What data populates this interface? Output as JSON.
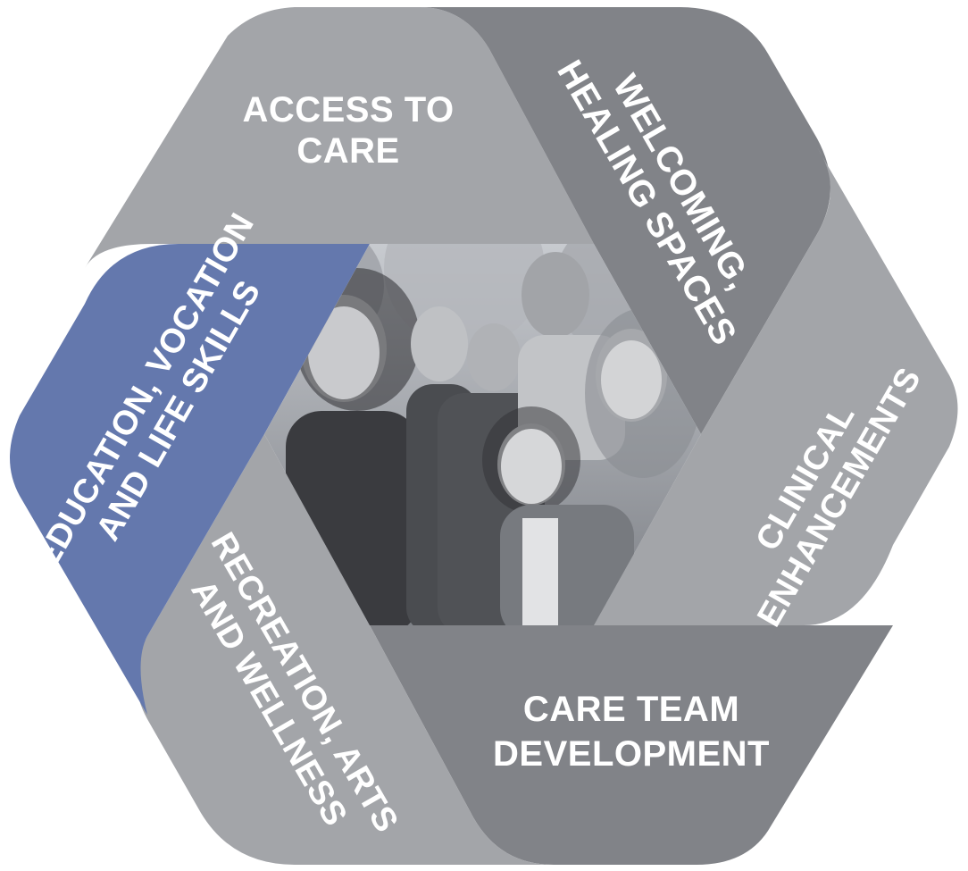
{
  "diagram": {
    "segments": [
      {
        "id": "access",
        "lines": [
          "ACCESS TO",
          "CARE"
        ],
        "color": "#a3a5a9"
      },
      {
        "id": "welcoming",
        "lines": [
          "WELCOMING,",
          "HEALING SPACES"
        ],
        "color": "#818388"
      },
      {
        "id": "clinical",
        "lines": [
          "CLINICAL",
          "ENHANCEMENTS"
        ],
        "color": "#a3a5a9"
      },
      {
        "id": "careteam",
        "lines": [
          "CARE TEAM",
          "DEVELOPMENT"
        ],
        "color": "#818388"
      },
      {
        "id": "recreation",
        "lines": [
          "RECREATION, ARTS",
          "AND WELLNESS"
        ],
        "color": "#a3a5a9"
      },
      {
        "id": "education",
        "lines": [
          "EDUCATION, VOCATION",
          "AND LIFE SKILLS"
        ],
        "color": "#6478ad"
      }
    ],
    "center_photo": {
      "subject": "family-group-photo",
      "tone": "grayscale"
    }
  }
}
